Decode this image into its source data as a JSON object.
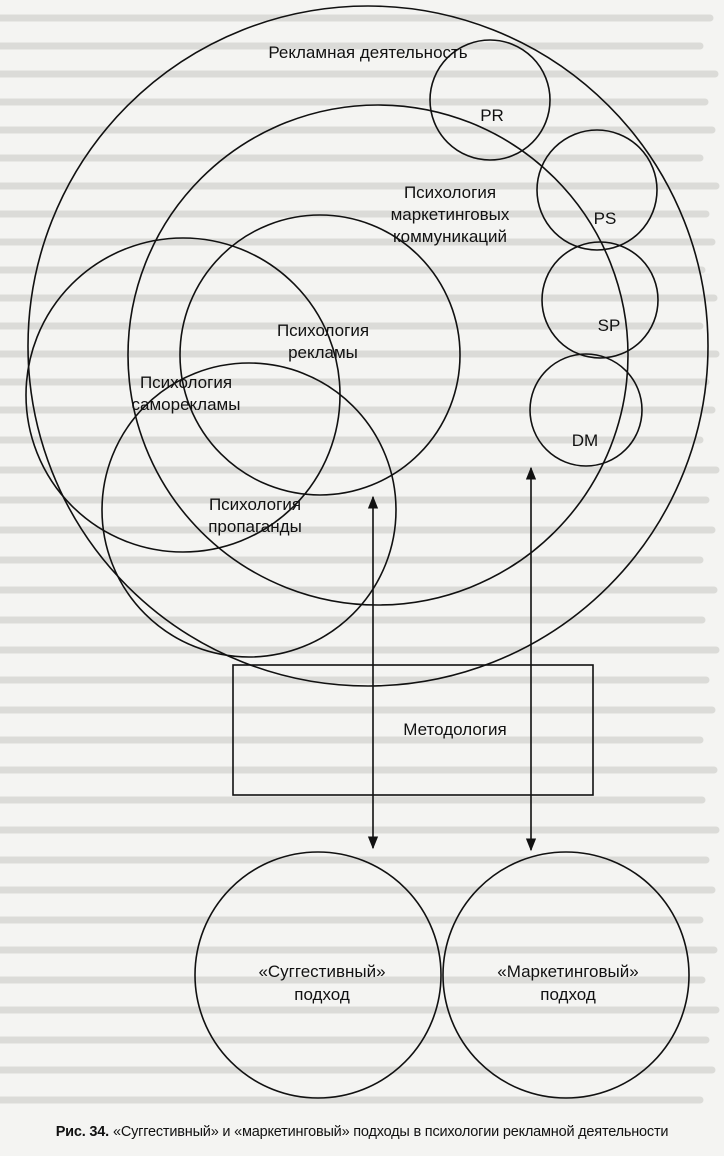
{
  "diagram": {
    "outer_circle": "Рекламная деятельность",
    "pr": "PR",
    "ps": "PS",
    "sp": "SP",
    "dm": "DM",
    "mk_line1": "Психология",
    "mk_line2": "маркетинговых",
    "mk_line3": "коммуникаций",
    "adv_line1": "Психология",
    "adv_line2": "рекламы",
    "self_line1": "Психология",
    "self_line2": "саморекламы",
    "prop_line1": "Психология",
    "prop_line2": "пропаганды",
    "methodology": "Методология",
    "sugg_line1": "«Суггестивный»",
    "sugg_line2": "подход",
    "mark_line1": "«Маркетинговый»",
    "mark_line2": "подход"
  },
  "caption": {
    "label": "Рис. 34.",
    "text": "«Суггестивный» и «маркетинговый» подходы в психологии рекламной деятельности"
  }
}
